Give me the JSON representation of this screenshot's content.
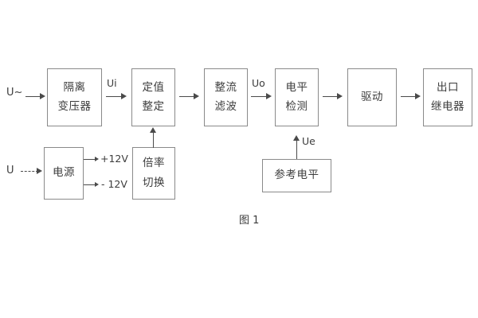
{
  "figure": {
    "caption": "图 1",
    "background_color": "#ffffff",
    "box_border_color": "#8a8a8a",
    "line_color": "#4a4a4a",
    "text_color": "#3c3c3c"
  },
  "inputs": {
    "ac_source_label": "U~",
    "dc_source_label": "U"
  },
  "signals": {
    "ui_label": "Ui",
    "uo_label": "Uo",
    "ue_label": "Ue",
    "pos_supply_label": "+12V",
    "neg_supply_label": "- 12V"
  },
  "blocks": {
    "isolation_transformer": {
      "line1": "隔离",
      "line2": "变压器"
    },
    "setting_value": {
      "line1": "定值",
      "line2": "整定"
    },
    "rectify_filter": {
      "line1": "整流",
      "line2": "滤波"
    },
    "level_detection": {
      "line1": "电平",
      "line2": "检测"
    },
    "drive": {
      "line1": "驱动"
    },
    "output_relay": {
      "line1": "出口",
      "line2": "继电器"
    },
    "power_supply": {
      "line1": "电源"
    },
    "ratio_switch": {
      "line1": "倍率",
      "line2": "切换"
    },
    "reference_level": {
      "line1": "参考电平"
    }
  },
  "icons": {
    "arrow_right": "arrow-right-icon",
    "arrow_up": "arrow-up-icon"
  }
}
